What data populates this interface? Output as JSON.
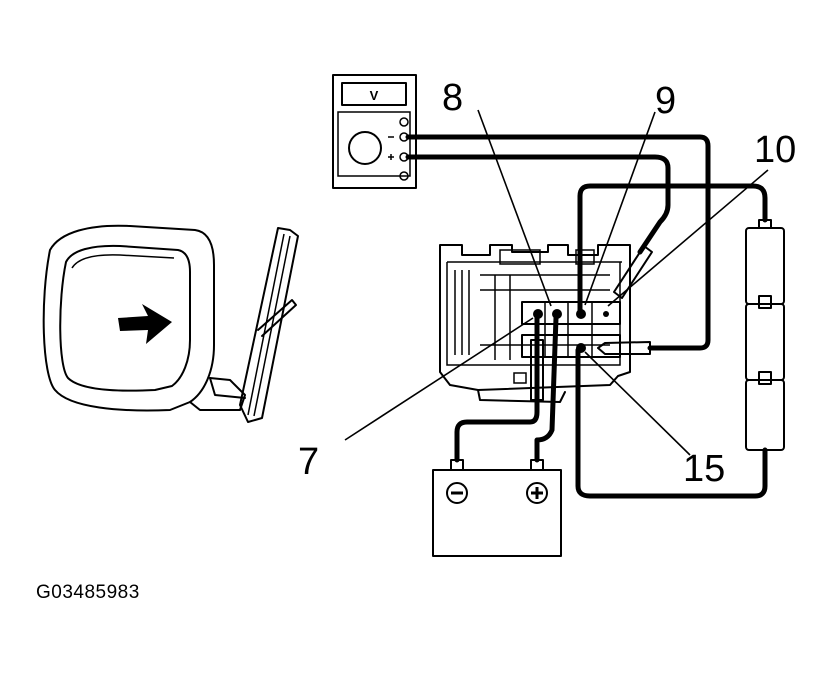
{
  "figure_code": "G03485983",
  "meter": {
    "display": "V"
  },
  "battery": {
    "negative_symbol": "⊖",
    "positive_symbol": "⊕"
  },
  "pin_labels": {
    "p7": "7",
    "p8": "8",
    "p9": "9",
    "p10": "10",
    "p15": "15"
  }
}
